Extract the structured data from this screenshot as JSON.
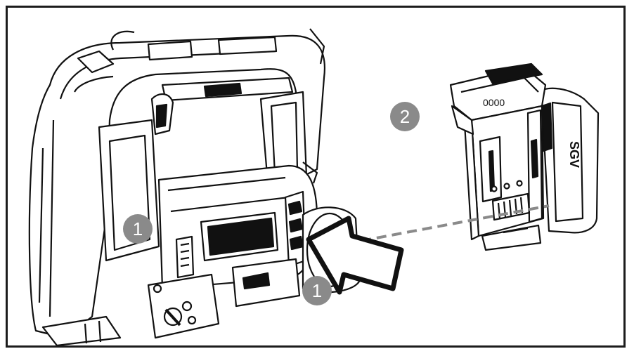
{
  "colors": {
    "frame": "#1c1c1c",
    "outline": "#111111",
    "callout_fill": "#8a8a8a",
    "callout_text": "#ffffff",
    "dash_line": "#8a8a8a",
    "arrow_fill": "#ffffff"
  },
  "callouts": [
    {
      "id": "c1a",
      "label": "1"
    },
    {
      "id": "c1b",
      "label": "1"
    },
    {
      "id": "c2",
      "label": "2"
    }
  ],
  "battery": {
    "brand_mark": "SGV",
    "indicator": "0000"
  },
  "icons": {
    "insert_arrow": "insert-direction-arrow-icon",
    "guide_line": "dashed-guide-line"
  }
}
